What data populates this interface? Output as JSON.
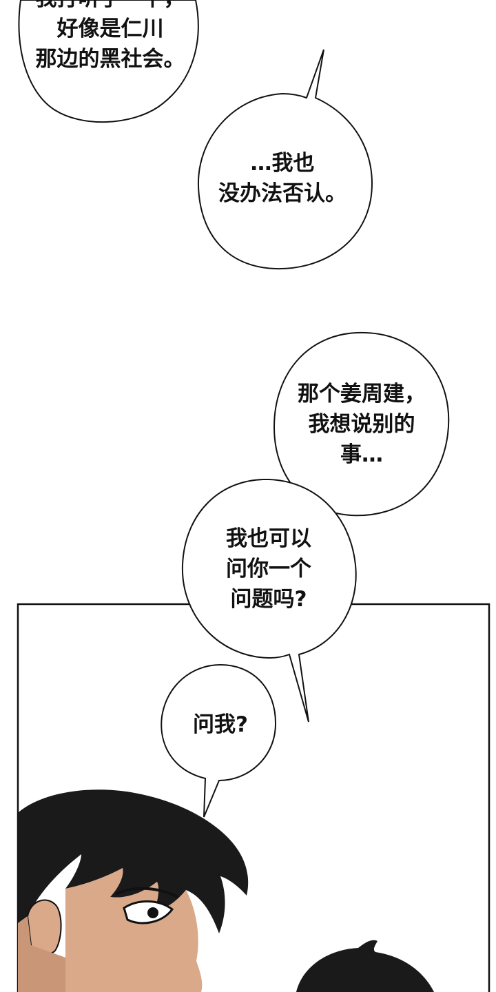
{
  "bubbles": [
    {
      "lines": [
        "我打听了一下，",
        "好像是仁川",
        "那边的黑社会。"
      ]
    },
    {
      "lines": [
        "…我也",
        "没办法否认。"
      ]
    },
    {
      "lines": [
        "那个姜周建，",
        "我想说别的",
        "事…"
      ]
    },
    {
      "lines": [
        "我也可以",
        "问你一个",
        "问题吗?"
      ]
    },
    {
      "lines": [
        "问我?"
      ]
    }
  ],
  "colors": {
    "background": "#ffffff",
    "ink": "#111111",
    "hair": "#1a1a1a",
    "skin": "#d9a98a"
  }
}
